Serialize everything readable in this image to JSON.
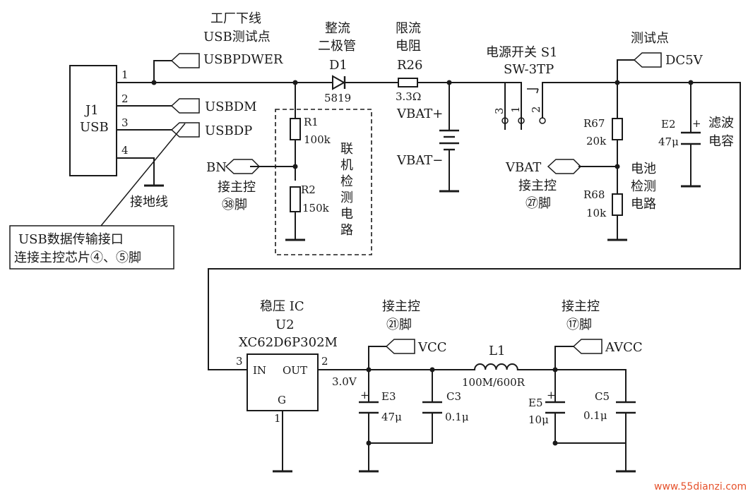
{
  "connectors": {
    "j1": {
      "ref": "J1",
      "type": "USB",
      "pins": [
        "1",
        "2",
        "3",
        "4"
      ]
    }
  },
  "test_points": {
    "usb_header1": "工厂下线",
    "usb_header2": "USB测试点",
    "usbpdwer": "USBPDWER",
    "usbdm": "USBDM",
    "usbdp": "USBDP",
    "dc_header": "测试点",
    "dc5v": "DC5V",
    "bn": "BN",
    "vbat": "VBAT",
    "vcc": "VCC",
    "avcc": "AVCC"
  },
  "labels": {
    "ground": "接地线",
    "usb_note_line1": "USB数据传输接口",
    "usb_note_line2": "连接主控芯片④、⑤脚",
    "bn_ctrl1": "接主控",
    "bn_ctrl2": "㊳脚",
    "vbat_ctrl1": "接主控",
    "vbat_ctrl2": "㉗脚",
    "vcc_ctrl1": "接主控",
    "vcc_ctrl2": "㉑脚",
    "avcc_ctrl1": "接主控",
    "avcc_ctrl2": "⑰脚",
    "online_detect": [
      "联",
      "机",
      "检",
      "测",
      "电",
      "路"
    ],
    "battery_detect": [
      "电池",
      "检测",
      "电路"
    ],
    "filter_cap": [
      "滤波",
      "电容"
    ],
    "vbat_plus": "VBAT+",
    "vbat_minus": "VBAT−",
    "v30": "3.0V"
  },
  "components": {
    "d1": {
      "title1": "整流",
      "title2": "二极管",
      "ref": "D1",
      "value": "5819"
    },
    "r26": {
      "title1": "限流",
      "title2": "电阻",
      "ref": "R26",
      "value": "3.3Ω"
    },
    "s1": {
      "title1": "电源开关 S1",
      "title2": "SW-3TP",
      "pin1": "1",
      "pin2": "2",
      "pin3": "3"
    },
    "r1": {
      "ref": "R1",
      "value": "100k"
    },
    "r2": {
      "ref": "R2",
      "value": "150k"
    },
    "r67": {
      "ref": "R67",
      "value": "20k"
    },
    "r68": {
      "ref": "R68",
      "value": "10k"
    },
    "e2": {
      "ref": "E2",
      "value": "47μ"
    },
    "u2": {
      "title": "稳压 IC",
      "ref": "U2",
      "part": "XC62D6P302M",
      "in": "IN",
      "out": "OUT",
      "g": "G",
      "pin_in": "3",
      "pin_out": "2",
      "pin_g": "1"
    },
    "e3": {
      "ref": "E3",
      "value": "47μ"
    },
    "c3": {
      "ref": "C3",
      "value": "0.1μ"
    },
    "l1": {
      "ref": "L1",
      "value": "100M/600R"
    },
    "e5": {
      "ref": "E5",
      "value": "10μ"
    },
    "c5": {
      "ref": "C5",
      "value": "0.1μ"
    }
  },
  "watermark": "www.55dianzi.com"
}
